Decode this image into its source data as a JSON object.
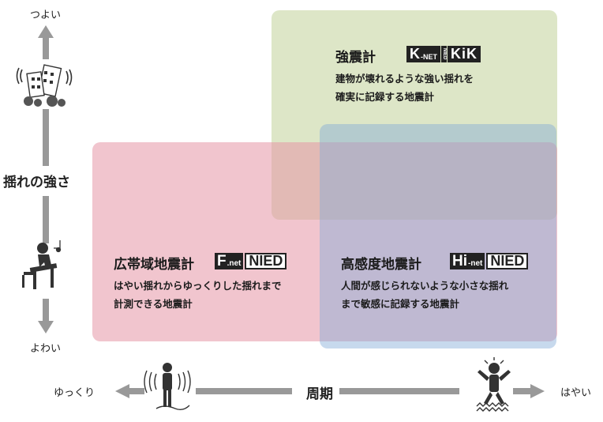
{
  "vertical_axis": {
    "top_label": "つよい",
    "bottom_label": "よわい",
    "title": "揺れの強さ"
  },
  "horizontal_axis": {
    "left_label": "ゆっくり",
    "right_label": "はやい",
    "title": "周期"
  },
  "regions": {
    "strong_motion": {
      "title": "強震計",
      "logo_knet_main": "K",
      "logo_knet_sub": "-NET",
      "logo_nied_vertical": "NIED",
      "logo_kik": "KiK",
      "desc_line1": "建物が壊れるような強い揺れを",
      "desc_line2": "確実に記録する地震計",
      "color": "#d2deb4"
    },
    "broadband": {
      "title": "広帯域地震計",
      "logo_main": "F",
      "logo_sub": ".net",
      "logo_nied": "NIED",
      "desc_line1": "はやい揺れからゆっくりした揺れまで",
      "desc_line2": "計測できる地震計",
      "color": "#e696a5"
    },
    "high_sensitivity": {
      "title": "高感度地震計",
      "logo_main": "Hi",
      "logo_sub": "-net",
      "logo_nied": "NIED",
      "desc_line1": "人間が感じられないような小さな揺れ",
      "desc_line2": "まで敏感に記録する地震計",
      "color": "#82aad7"
    }
  },
  "colors": {
    "arrow": "#999999",
    "figure": "#333333"
  }
}
